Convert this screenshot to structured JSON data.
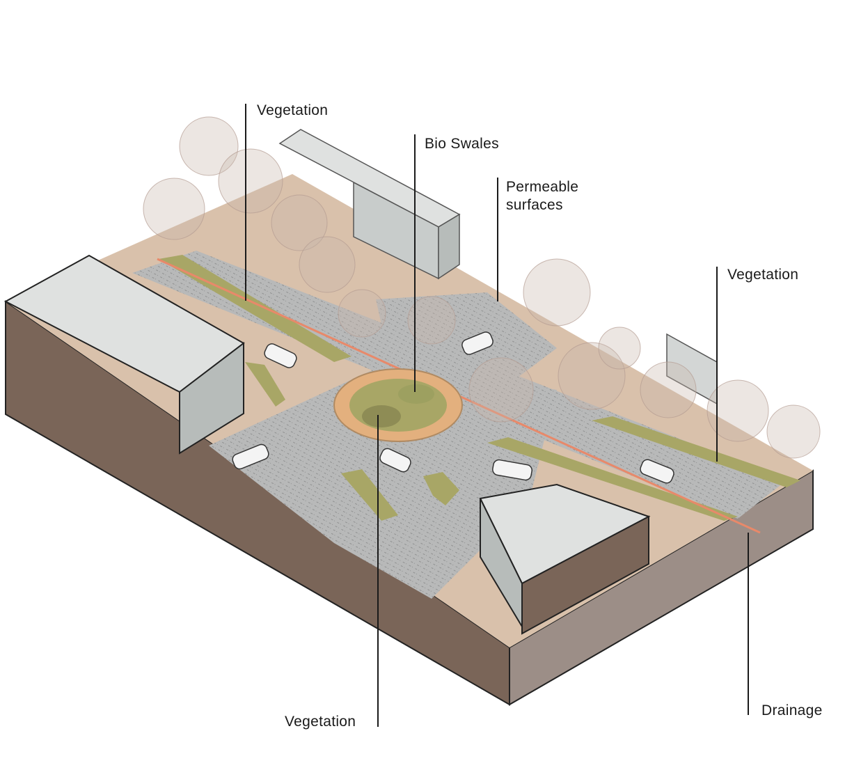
{
  "diagram": {
    "type": "isometric-street-section",
    "labels": {
      "vegetation_top_left": "Vegetation",
      "bio_swales": "Bio Swales",
      "permeable_line1": "Permeable",
      "permeable_line2": "surfaces",
      "vegetation_right": "Vegetation",
      "vegetation_bottom": "Vegetation",
      "drainage": "Drainage"
    },
    "colors": {
      "soil_front": "#7a6558",
      "soil_side": "#9c8e87",
      "road": "#b5b6b6",
      "pavement": "#d9c1ab",
      "grass": "#a8a666",
      "swale_ring": "#e3b07e",
      "drain_line": "#e8896a",
      "building": "#dfe1e0",
      "building_shade": "#b7bcba",
      "tree": "#c9b6ad"
    }
  }
}
